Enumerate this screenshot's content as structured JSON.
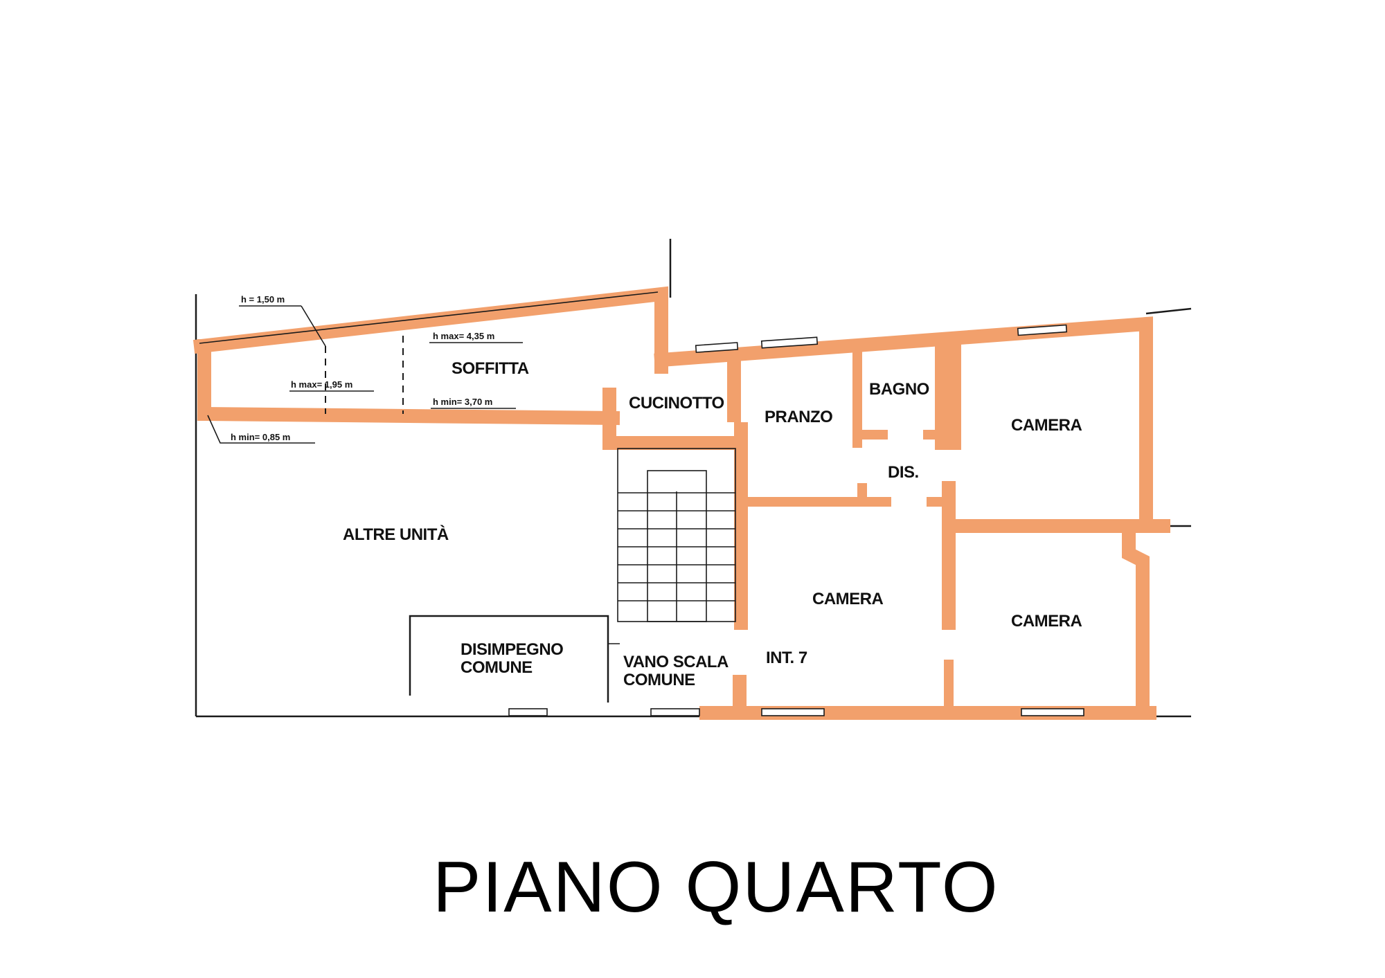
{
  "title": "PIANO QUARTO",
  "rooms": {
    "soffitta": "SOFFITTA",
    "cucinotto": "CUCINOTTO",
    "pranzo": "PRANZO",
    "bagno": "BAGNO",
    "camera_ne": "CAMERA",
    "dis": "DIS.",
    "altre_unita": "ALTRE UNITÀ",
    "camera_center": "CAMERA",
    "camera_se": "CAMERA",
    "disimpegno_1": "DISIMPEGNO",
    "disimpegno_2": "COMUNE",
    "vano_1": "VANO SCALA",
    "vano_2": "COMUNE",
    "int": "INT. 7"
  },
  "heights": {
    "h1": "h = 1,50 m",
    "hmax1": "h max= 4,35 m",
    "hmax2": "h max= 1,95 m",
    "hmin1": "h min= 3,70 m",
    "hmin2": "h min= 0,85 m"
  },
  "colors": {
    "wall": "#f2a06c",
    "ink": "#1a1a1a"
  }
}
